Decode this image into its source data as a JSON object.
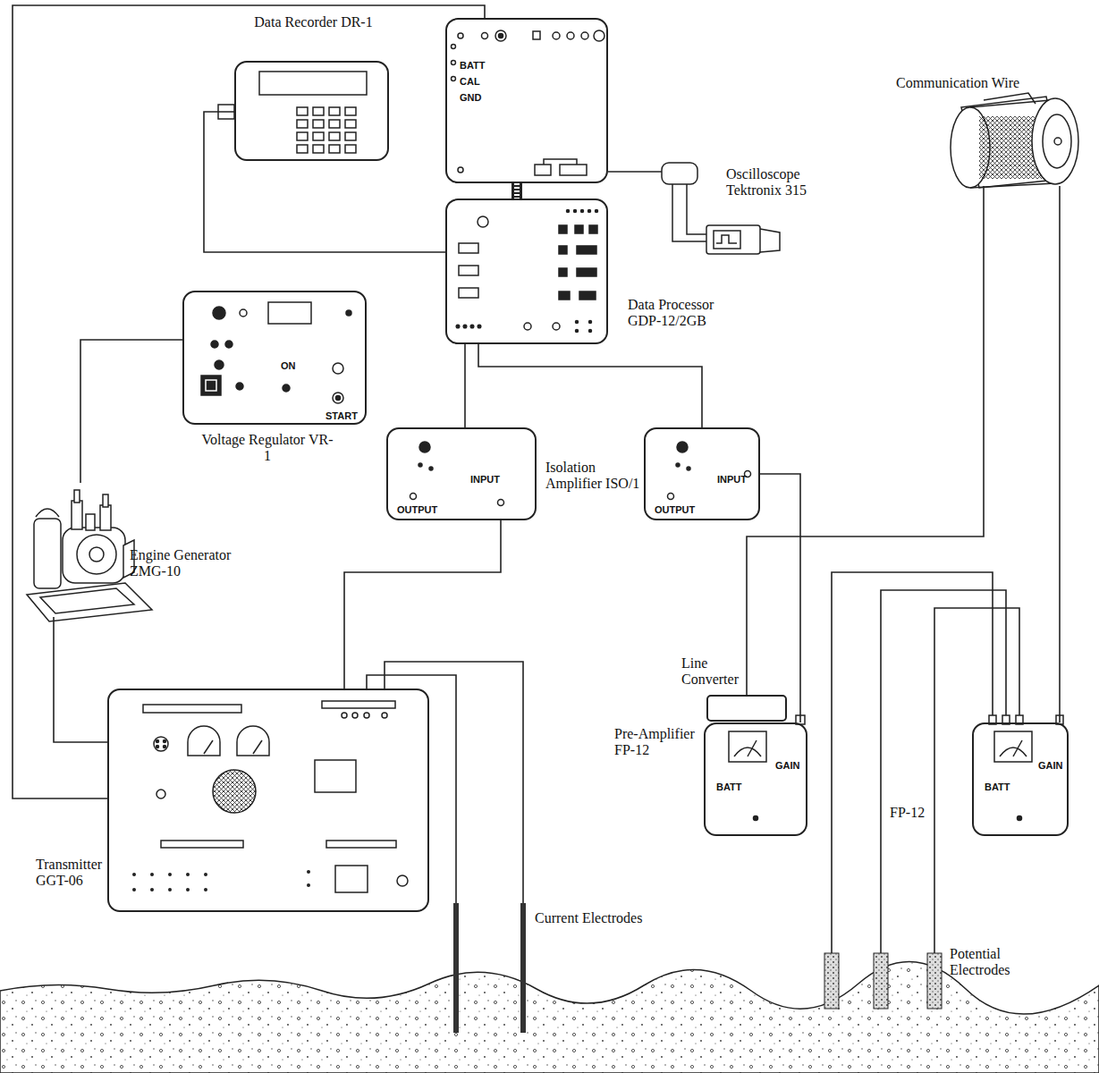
{
  "diagram": {
    "nodes": [
      {
        "text": [
          "BATT",
          "CAL",
          "GND"
        ]
      },
      {
        "text": [
          "Data Recorder DR-1"
        ]
      },
      {
        "text": [
          "Data Processor GDP-12/2GB"
        ]
      },
      {
        "text": [
          "Oscilloscope Tektronix 315"
        ]
      },
      {
        "text": [
          "ON",
          "START",
          "Voltage Regulator VR-1"
        ]
      },
      {
        "text": [
          "INPUT",
          "OUTPUT",
          "Isolation Amplifier ISO/1"
        ]
      },
      {
        "text": [
          "INPUT",
          "OUTPUT"
        ]
      },
      {
        "text": [
          "Engine Generator ZMG-10"
        ]
      },
      {
        "text": [
          "Communication Wire"
        ]
      },
      {
        "text": [
          "Line Converter"
        ]
      },
      {
        "text": [
          "BATT",
          "GAIN",
          "Pre-Amplifier FP-12"
        ]
      },
      {
        "text": [
          "BATT",
          "GAIN",
          "FP-12"
        ]
      },
      {
        "text": [
          "Transmitter GGT-06"
        ]
      }
    ],
    "edges": [
      {
        "from": 0,
        "to": 12,
        "arrow": "none"
      },
      {
        "from": 1,
        "to": 2,
        "arrow": "none"
      },
      {
        "from": 0,
        "to": 3,
        "arrow": "none"
      },
      {
        "from": 0,
        "to": 2,
        "arrow": "none"
      },
      {
        "from": 7,
        "to": 4,
        "arrow": "none"
      },
      {
        "from": 7,
        "to": 12,
        "arrow": "none"
      },
      {
        "from": 2,
        "to": 5,
        "arrow": "none"
      },
      {
        "from": 2,
        "to": 6,
        "arrow": "none"
      },
      {
        "from": 5,
        "to": 12,
        "arrow": "none"
      },
      {
        "from": 6,
        "to": 10,
        "arrow": "none"
      },
      {
        "from": 9,
        "to": 8,
        "arrow": "none"
      },
      {
        "from": 8,
        "to": 11,
        "arrow": "none"
      }
    ],
    "labels": [
      "Current Electrodes",
      "Potential Electrodes"
    ]
  }
}
